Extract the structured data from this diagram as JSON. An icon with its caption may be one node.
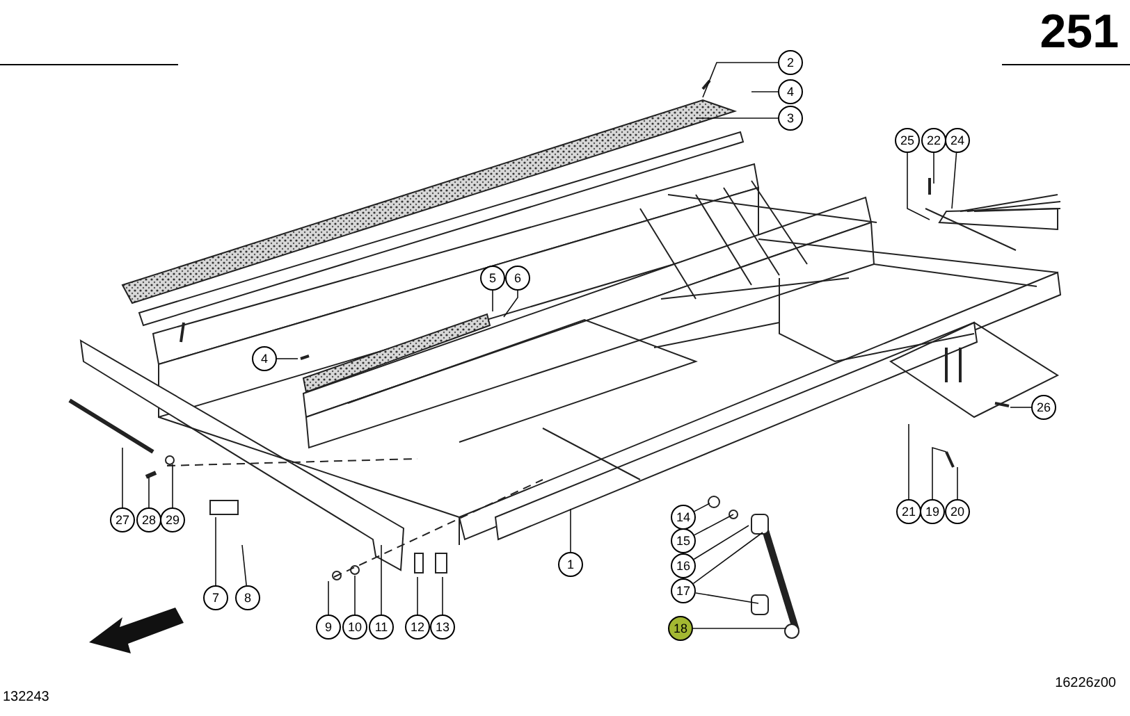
{
  "diagram": {
    "nodes": [
      {
        "text": [
          "2"
        ]
      },
      {
        "text": [
          "4"
        ]
      },
      {
        "text": [
          "3"
        ]
      },
      {
        "text": [
          "25"
        ]
      },
      {
        "text": [
          "22"
        ]
      },
      {
        "text": [
          "24"
        ]
      },
      {
        "text": [
          "5"
        ]
      },
      {
        "text": [
          "6"
        ]
      },
      {
        "text": [
          "4"
        ]
      },
      {
        "text": [
          "26"
        ]
      },
      {
        "text": [
          "21"
        ]
      },
      {
        "text": [
          "19"
        ]
      },
      {
        "text": [
          "20"
        ]
      },
      {
        "text": [
          "14"
        ]
      },
      {
        "text": [
          "27"
        ]
      },
      {
        "text": [
          "28"
        ]
      },
      {
        "text": [
          "29"
        ]
      },
      {
        "text": [
          "15"
        ]
      },
      {
        "text": [
          "1"
        ]
      },
      {
        "text": [
          "16"
        ]
      },
      {
        "text": [
          "17"
        ]
      },
      {
        "text": [
          "7"
        ]
      },
      {
        "text": [
          "8"
        ]
      },
      {
        "text": [
          "18"
        ]
      },
      {
        "text": [
          "9"
        ]
      },
      {
        "text": [
          "10"
        ]
      },
      {
        "text": [
          "11"
        ]
      },
      {
        "text": [
          "12"
        ]
      },
      {
        "text": [
          "13"
        ]
      }
    ],
    "edges": [
      {
        "from": 0,
        "to": null,
        "arrow": "none"
      },
      {
        "from": 1,
        "to": null,
        "arrow": "none"
      },
      {
        "from": 2,
        "to": null,
        "arrow": "none"
      },
      {
        "from": 3,
        "to": null,
        "arrow": "none"
      },
      {
        "from": 4,
        "to": null,
        "arrow": "none"
      },
      {
        "from": 5,
        "to": null,
        "arrow": "none"
      },
      {
        "from": 6,
        "to": null,
        "arrow": "none"
      },
      {
        "from": 7,
        "to": null,
        "arrow": "none"
      },
      {
        "from": 8,
        "to": null,
        "arrow": "none"
      },
      {
        "from": 9,
        "to": null,
        "arrow": "none"
      },
      {
        "from": 10,
        "to": null,
        "arrow": "none"
      },
      {
        "from": 11,
        "to": null,
        "arrow": "none"
      },
      {
        "from": 12,
        "to": null,
        "arrow": "none"
      },
      {
        "from": 13,
        "to": null,
        "arrow": "none"
      },
      {
        "from": 14,
        "to": null,
        "arrow": "none"
      },
      {
        "from": 15,
        "to": null,
        "arrow": "none"
      },
      {
        "from": 16,
        "to": null,
        "arrow": "none"
      },
      {
        "from": 17,
        "to": null,
        "arrow": "none"
      },
      {
        "from": 18,
        "to": null,
        "arrow": "none"
      },
      {
        "from": 19,
        "to": null,
        "arrow": "none"
      },
      {
        "from": 20,
        "to": null,
        "arrow": "none"
      },
      {
        "from": 21,
        "to": null,
        "arrow": "none"
      },
      {
        "from": 22,
        "to": null,
        "arrow": "none"
      },
      {
        "from": 23,
        "to": null,
        "arrow": "none"
      },
      {
        "from": 24,
        "to": null,
        "arrow": "none"
      },
      {
        "from": 25,
        "to": null,
        "arrow": "none"
      },
      {
        "from": 26,
        "to": null,
        "arrow": "none"
      },
      {
        "from": 27,
        "to": null,
        "arrow": "none"
      },
      {
        "from": 28,
        "to": null,
        "arrow": "none"
      },
      {
        "from": 20,
        "to": null,
        "arrow": "none"
      }
    ],
    "labels": [
      "251",
      "16226z00",
      "132243"
    ]
  }
}
